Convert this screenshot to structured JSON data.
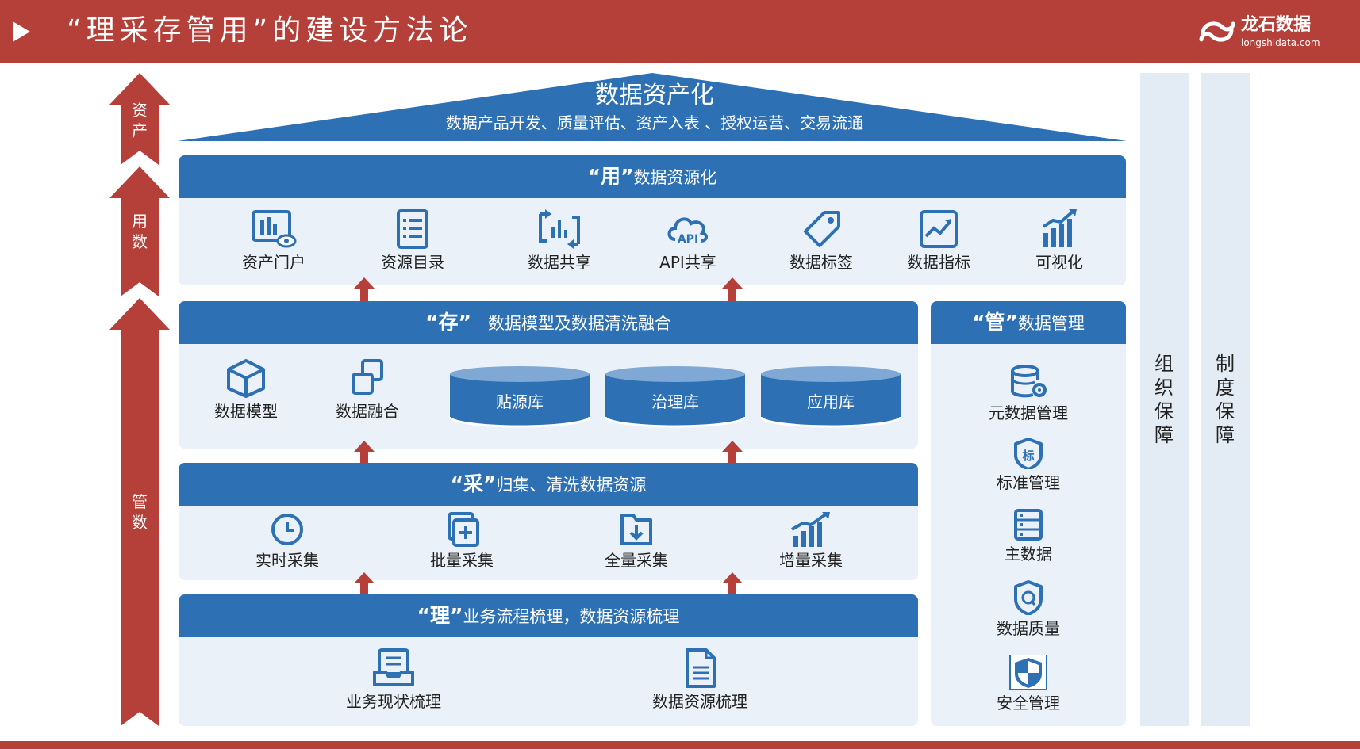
{
  "header": {
    "title": "“理采存管用”的建设方法论",
    "logo_name": "龙石数据",
    "logo_url": "longshidata.com"
  },
  "left_arrows": [
    {
      "label": "资产"
    },
    {
      "label": "用数"
    },
    {
      "label": "管数"
    }
  ],
  "roof": {
    "title": "数据资产化",
    "subtitle": "数据产品开发、质量评估、资产入表 、授权运营、交易流通"
  },
  "yong": {
    "quote": "“用”",
    "title": "数据资源化",
    "items": [
      {
        "label": "资产门户",
        "icon": "portal-icon"
      },
      {
        "label": "资源目录",
        "icon": "catalog-icon"
      },
      {
        "label": "数据共享",
        "icon": "data-share-icon"
      },
      {
        "label": "API共享",
        "icon": "api-cloud-icon"
      },
      {
        "label": "数据标签",
        "icon": "tag-icon"
      },
      {
        "label": "数据指标",
        "icon": "trend-chart-icon"
      },
      {
        "label": "可视化",
        "icon": "bar-chart-icon"
      }
    ]
  },
  "cun": {
    "quote": "“存”",
    "title": "数据模型及数据清洗融合",
    "items": [
      {
        "label": "数据模型",
        "icon": "cube-icon"
      },
      {
        "label": "数据融合",
        "icon": "merge-squares-icon"
      }
    ],
    "databases": [
      {
        "label": "贴源库"
      },
      {
        "label": "治理库"
      },
      {
        "label": "应用库"
      }
    ]
  },
  "cai": {
    "quote": "“采”",
    "title": "归集、清洗数据资源",
    "items": [
      {
        "label": "实时采集",
        "icon": "clock-icon"
      },
      {
        "label": "批量采集",
        "icon": "batch-add-icon"
      },
      {
        "label": "全量采集",
        "icon": "folder-download-icon"
      },
      {
        "label": "增量采集",
        "icon": "growth-chart-icon"
      }
    ]
  },
  "li": {
    "quote": "“理”",
    "title": "业务流程梳理，数据资源梳理",
    "items": [
      {
        "label": "业务现状梳理",
        "icon": "inbox-icon"
      },
      {
        "label": "数据资源梳理",
        "icon": "document-icon"
      }
    ]
  },
  "guan": {
    "quote": "“管”",
    "title": "数据管理",
    "items": [
      {
        "label": "元数据管理",
        "icon": "database-gear-icon"
      },
      {
        "label": "标准管理",
        "icon": "standard-shield-icon"
      },
      {
        "label": "主数据",
        "icon": "server-icon"
      },
      {
        "label": "数据质量",
        "icon": "quality-shield-icon"
      },
      {
        "label": "安全管理",
        "icon": "security-shield-icon"
      }
    ]
  },
  "pillars": [
    {
      "label": "组织保障"
    },
    {
      "label": "制度保障"
    }
  ],
  "colors": {
    "header_red": "#b5403a",
    "band_blue": "#2d70b3",
    "panel_bg": "#eaf1f8",
    "icon_blue": "#2d70b3"
  }
}
